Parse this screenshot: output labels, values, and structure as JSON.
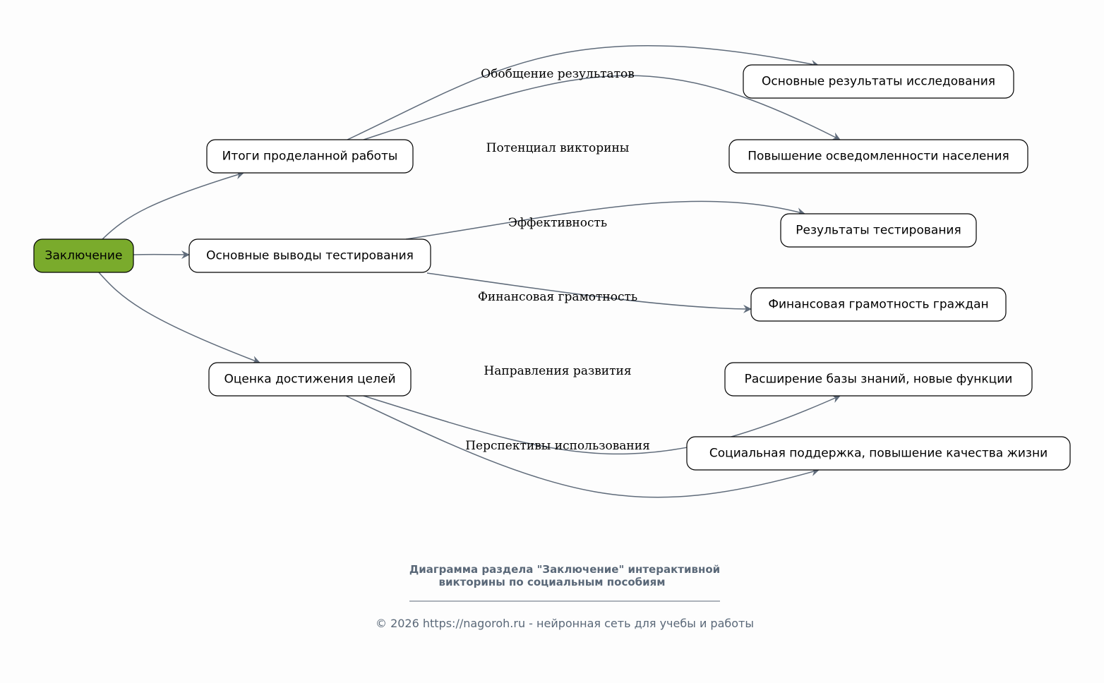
{
  "diagram": {
    "root": "Заключение",
    "branches": [
      "Итоги проделанной работы",
      "Основные выводы тестирования",
      "Оценка достижения целей"
    ],
    "leaves": [
      "Основные результаты исследования",
      "Повышение осведомленности населения",
      "Результаты тестирования",
      "Финансовая грамотность граждан",
      "Расширение базы знаний, новые функции",
      "Социальная поддержка, повышение качества жизни"
    ],
    "edge_labels": [
      "Обобщение результатов",
      "Потенциал викторины",
      "Эффективность",
      "Финансовая грамотность",
      "Направления развития",
      "Перспективы использования"
    ]
  },
  "caption": {
    "line1": "Диаграмма раздела \"Заключение\" интерактивной",
    "line2": "викторины по социальным пособиям",
    "footer": "© 2026 https://nagoroh.ru - нейронная сеть для учебы и работы"
  },
  "colors": {
    "root_fill": "#7aab2c",
    "edge": "#5f6b7a",
    "caption": "#5a6878"
  }
}
